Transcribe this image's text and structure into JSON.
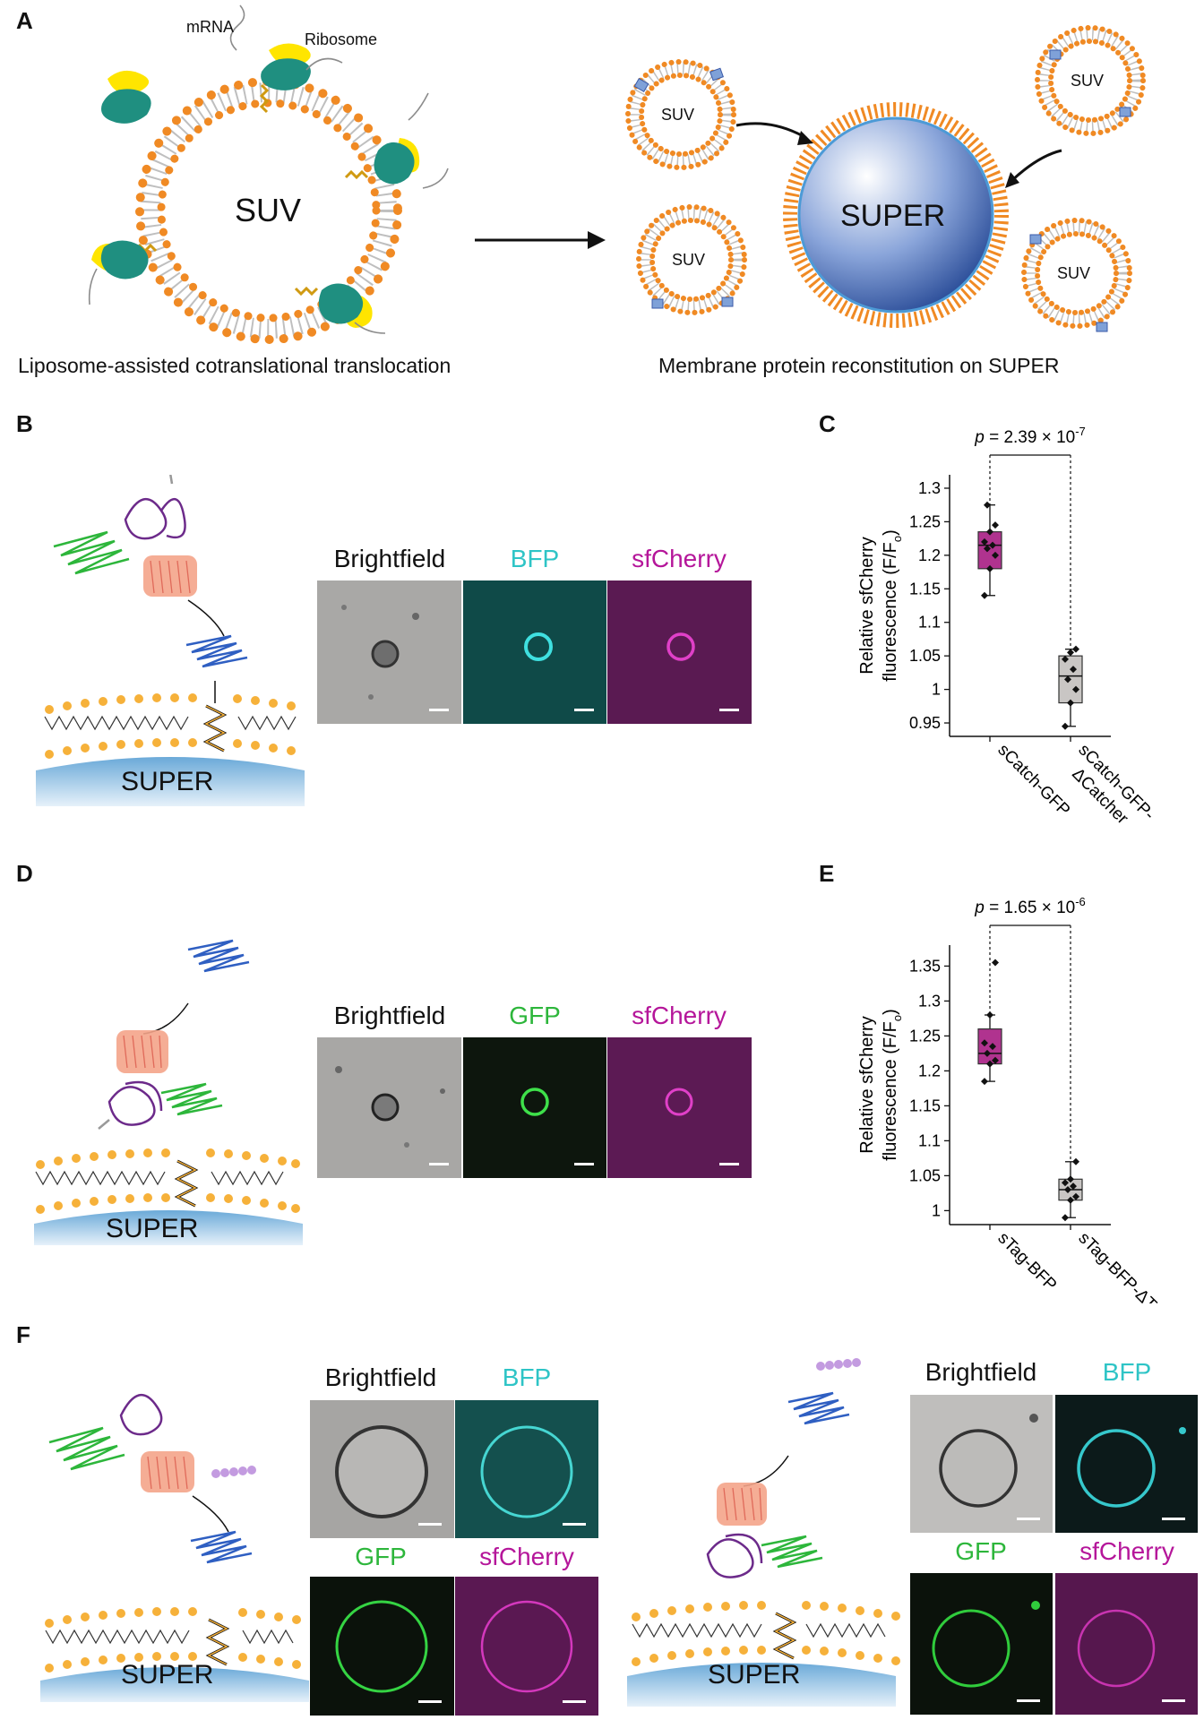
{
  "panels": {
    "A": {
      "label": "A",
      "labels": {
        "mrna": "mRNA",
        "ribosome": "Ribosome",
        "suv_big": "SUV",
        "super": "SUPER",
        "suv": "SUV"
      },
      "caption_left": "Liposome-assisted cotranslational translocation",
      "caption_right": "Membrane protein reconstitution on SUPER"
    },
    "B": {
      "label": "B",
      "super_label": "SUPER",
      "image_titles": [
        "Brightfield",
        "BFP",
        "sfCherry"
      ]
    },
    "C": {
      "label": "C"
    },
    "D": {
      "label": "D",
      "super_label": "SUPER",
      "image_titles": [
        "Brightfield",
        "GFP",
        "sfCherry"
      ]
    },
    "E": {
      "label": "E"
    },
    "F": {
      "label": "F",
      "super_label_left": "SUPER",
      "super_label_right": "SUPER",
      "left_titles": [
        "Brightfield",
        "BFP",
        "GFP",
        "sfCherry"
      ],
      "right_titles": [
        "Brightfield",
        "BFP",
        "GFP",
        "sfCherry"
      ]
    }
  },
  "colors": {
    "lipid_head_orange": "#f08a24",
    "lipid_head_yellow": "#f6b13a",
    "ribosome_teal": "#1f8f80",
    "ribosome_yellow": "#ffe500",
    "super_blue": "#5d84c9",
    "bfp_cyan": "#2ec4c6",
    "gfp_green": "#2db63b",
    "sfcherry_magenta": "#b5169a",
    "box_magenta": "#b0338f",
    "box_gray": "#c9c6c4"
  },
  "chart_data": [
    {
      "type": "box",
      "panel": "C",
      "ylabel": "Relative sfCherry fluorescence (F/Fₒ)",
      "ylabel_line1": "Relative sfCherry",
      "ylabel_line2": "fluorescence (F/F",
      "ylabel_sub": "o",
      "ylabel_close": ")",
      "ylim": [
        0.93,
        1.32
      ],
      "yticks": [
        "0.95",
        "1",
        "1.05",
        "1.1",
        "1.15",
        "1.2",
        "1.25",
        "1.3"
      ],
      "ytick_values": [
        0.95,
        1.0,
        1.05,
        1.1,
        1.15,
        1.2,
        1.25,
        1.3
      ],
      "categories": [
        "sCatch-GFP",
        "sCatch-GFP-ΔCatcher"
      ],
      "category_lines": [
        [
          "sCatch-GFP"
        ],
        [
          "sCatch-GFP-",
          "ΔCatcher"
        ]
      ],
      "p_prefix": "p",
      "p_text": " = 2.39 × 10",
      "p_exp": "-7",
      "series": [
        {
          "q1": 1.18,
          "median": 1.215,
          "q3": 1.235,
          "whisker_low": 1.14,
          "whisker_high": 1.275,
          "points": [
            1.14,
            1.18,
            1.2,
            1.21,
            1.215,
            1.22,
            1.235,
            1.245,
            1.275
          ],
          "color": "#b0338f"
        },
        {
          "q1": 0.98,
          "median": 1.02,
          "q3": 1.05,
          "whisker_low": 0.945,
          "whisker_high": 1.06,
          "points": [
            0.945,
            0.98,
            1.0,
            1.015,
            1.03,
            1.045,
            1.055,
            1.06
          ],
          "color": "#c9c6c4"
        }
      ]
    },
    {
      "type": "box",
      "panel": "E",
      "ylabel": "Relative sfCherry fluorescence (F/Fₒ)",
      "ylabel_line1": "Relative sfCherry",
      "ylabel_line2": "fluorescence (F/F",
      "ylabel_sub": "o",
      "ylabel_close": ")",
      "ylim": [
        0.98,
        1.38
      ],
      "yticks": [
        "1",
        "1.05",
        "1.1",
        "1.15",
        "1.2",
        "1.25",
        "1.3",
        "1.35"
      ],
      "ytick_values": [
        1.0,
        1.05,
        1.1,
        1.15,
        1.2,
        1.25,
        1.3,
        1.35
      ],
      "categories": [
        "sTag-BFP",
        "sTag-BFP-ΔTag"
      ],
      "category_lines": [
        [
          "sTag-BFP"
        ],
        [
          "sTag-BFP-ΔTag"
        ]
      ],
      "p_prefix": "p",
      "p_text": " = 1.65 × 10",
      "p_exp": "-6",
      "series": [
        {
          "q1": 1.21,
          "median": 1.225,
          "q3": 1.26,
          "whisker_low": 1.185,
          "whisker_high": 1.28,
          "points": [
            1.185,
            1.21,
            1.215,
            1.225,
            1.235,
            1.24,
            1.28,
            1.355
          ],
          "color": "#b0338f"
        },
        {
          "q1": 1.015,
          "median": 1.03,
          "q3": 1.045,
          "whisker_low": 0.99,
          "whisker_high": 1.07,
          "points": [
            0.99,
            1.015,
            1.02,
            1.03,
            1.035,
            1.04,
            1.045,
            1.07
          ],
          "color": "#c9c6c4"
        }
      ]
    }
  ]
}
